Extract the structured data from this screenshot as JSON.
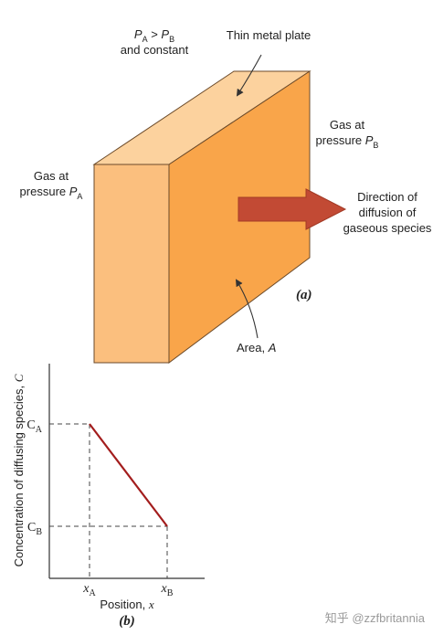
{
  "panel_a": {
    "pressure_relation": {
      "line1_p": "P",
      "line1_a": "A",
      "line1_gt": " > ",
      "line1_p2": "P",
      "line1_b": "B",
      "line2": "and constant"
    },
    "thin_metal_plate": "Thin metal plate",
    "gas_right": {
      "line1": "Gas at",
      "line2_prefix": "pressure ",
      "p": "P",
      "sub": "B"
    },
    "gas_left": {
      "line1": "Gas at",
      "line2_prefix": "pressure ",
      "p": "P",
      "sub": "A"
    },
    "direction": {
      "line1": "Direction of",
      "line2": "diffusion of",
      "line3": "gaseous species"
    },
    "area": {
      "prefix": "Area, ",
      "symbol": "A"
    },
    "panel_label": "(a)"
  },
  "panel_b": {
    "ylabel_prefix": "Concentration of diffusing species, ",
    "ylabel_symbol": "C",
    "xlabel_prefix": "Position, ",
    "xlabel_symbol": "x",
    "panel_label": "(b)",
    "ticks": {
      "ca": {
        "main": "C",
        "sub": "A"
      },
      "cb": {
        "main": "C",
        "sub": "B"
      },
      "xa": {
        "main": "x",
        "sub": "A"
      },
      "xb": {
        "main": "x",
        "sub": "B"
      }
    }
  },
  "colors": {
    "plate_front": "#f9a54a",
    "plate_top": "#fcd29e",
    "plate_side": "#fbbf7e",
    "arrow": "#c24a34",
    "profile_line": "#a31d1d"
  },
  "watermark": "知乎 @zzfbritannia"
}
